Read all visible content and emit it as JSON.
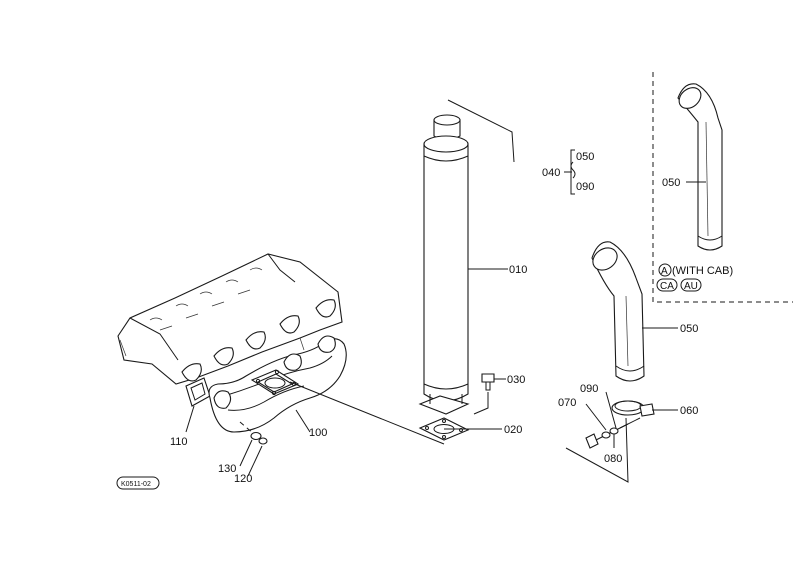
{
  "labels": {
    "p010": "010",
    "p020": "020",
    "p030": "030",
    "p040": "040",
    "p050_range": "050",
    "p090_range": "090",
    "p050_cab": "050",
    "p050_main": "050",
    "p060": "060",
    "p070": "070",
    "p080": "080",
    "p090": "090",
    "p100": "100",
    "p110": "110",
    "p120": "120",
    "p130": "130"
  },
  "legend": {
    "a_badge": "A",
    "with_cab": "(WITH CAB)",
    "ca_badge": "CA",
    "au_badge": "AU"
  },
  "ref_code": "K0511-02",
  "colors": {
    "line": "#1a1a1a",
    "background": "#ffffff"
  }
}
